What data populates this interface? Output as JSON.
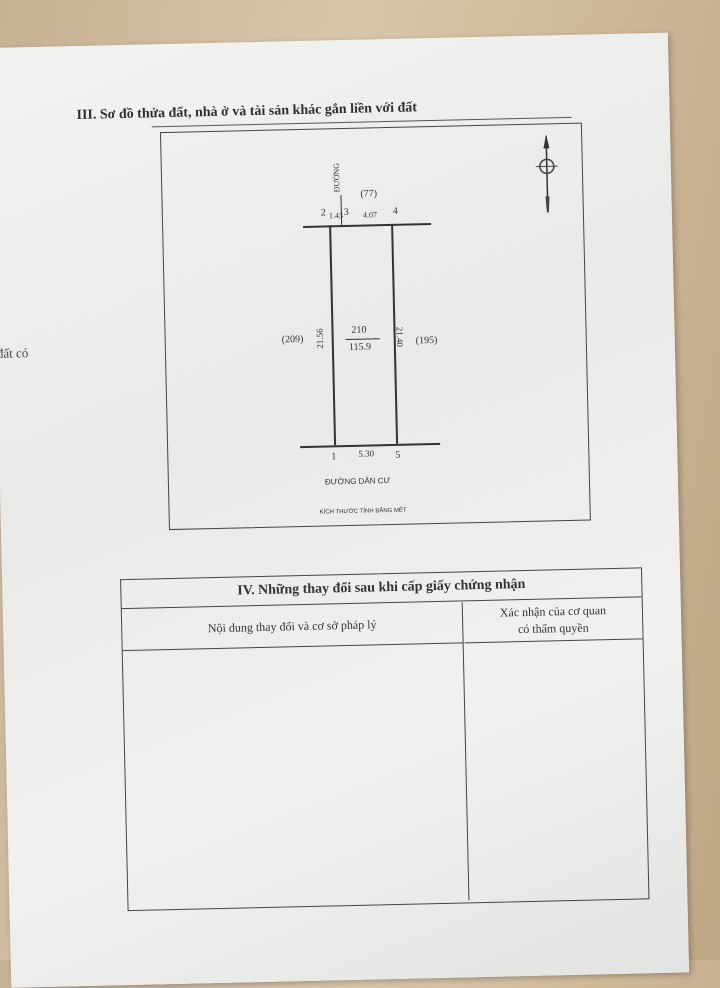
{
  "left_page_fragment": "đất có",
  "section3": {
    "title": "III. Sơ đồ thửa đất, nhà ở và tài sản khác gắn liền với đất",
    "diagram": {
      "road_top_label": "ĐƯỜNG",
      "neighbor_top": "(77)",
      "neighbor_left": "(209)",
      "neighbor_right": "(195)",
      "points": [
        "1",
        "2",
        "3",
        "4",
        "5"
      ],
      "edge_2_3": "1.43",
      "edge_3_4": "4.07",
      "edge_left": "21.56",
      "edge_right": "21.40",
      "edge_bottom": "5.30",
      "parcel_number": "210",
      "parcel_area": "115.9",
      "road_bottom_label": "ĐƯỜNG DÂN CƯ",
      "scale_note": "KÍCH THƯỚC TÍNH BẰNG MÉT",
      "north_arrow_icon": "compass-north-arrow-icon"
    }
  },
  "section4": {
    "title": "IV. Những thay đổi sau khi cấp giấy chứng nhận",
    "col1": "Nội dung thay đổi và cơ sở pháp lý",
    "col2_line1": "Xác nhận của cơ quan",
    "col2_line2": "có thẩm quyền"
  }
}
